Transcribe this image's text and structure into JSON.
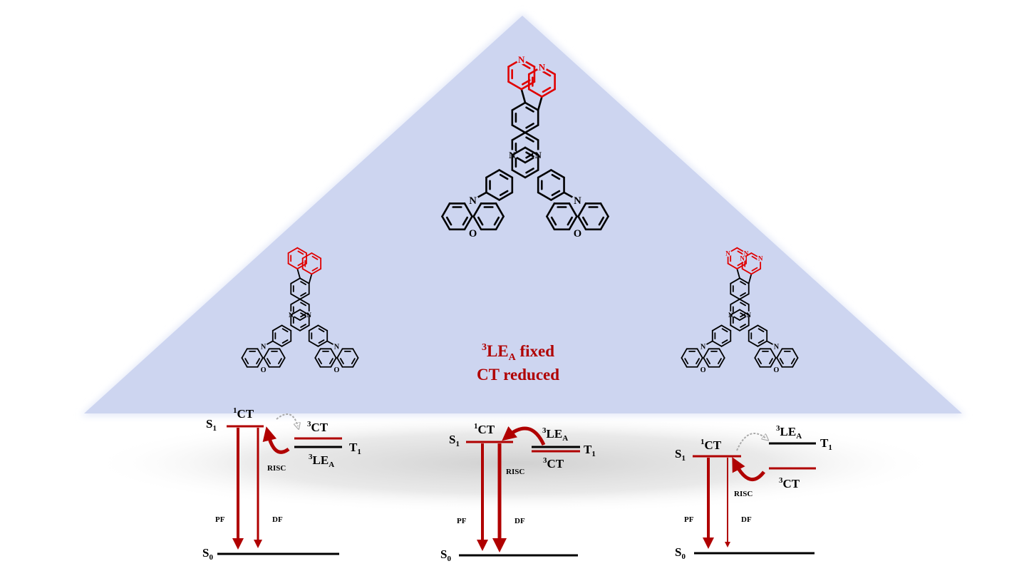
{
  "center_caption": {
    "line1_sup": "3",
    "line1_main": "LE",
    "line1_sub": "A",
    "line1_rest": " fixed",
    "line2": "CT reduced"
  },
  "atoms": {
    "nitrogen": "N",
    "oxygen": "O"
  },
  "panels": [
    {
      "s1_letter": "S",
      "s1_sub": "1",
      "singlet_ct_sup": "1",
      "singlet_ct": "CT",
      "triplet_ct_sup": "3",
      "triplet_ct": "CT",
      "triplet_le_sup": "3",
      "triplet_le": "LE",
      "triplet_le_sub": "A",
      "t1_letter": "T",
      "t1_sub": "1",
      "risc": "RISC",
      "pf": "PF",
      "df": "DF",
      "s0_letter": "S",
      "s0_sub": "0"
    },
    {
      "s1_letter": "S",
      "s1_sub": "1",
      "singlet_ct_sup": "1",
      "singlet_ct": "CT",
      "triplet_le_sup": "3",
      "triplet_le": "LE",
      "triplet_le_sub": "A",
      "triplet_ct_sup": "3",
      "triplet_ct": "CT",
      "t1_letter": "T",
      "t1_sub": "1",
      "risc": "RISC",
      "pf": "PF",
      "df": "DF",
      "s0_letter": "S",
      "s0_sub": "0"
    },
    {
      "s1_letter": "S",
      "s1_sub": "1",
      "singlet_ct_sup": "1",
      "singlet_ct": "CT",
      "triplet_le_sup": "3",
      "triplet_le": "LE",
      "triplet_le_sub": "A",
      "triplet_ct_sup": "3",
      "triplet_ct": "CT",
      "t1_letter": "T",
      "t1_sub": "1",
      "risc": "RISC",
      "pf": "PF",
      "df": "DF",
      "s0_letter": "S",
      "s0_sub": "0"
    }
  ],
  "colors": {
    "triangle": "#cdd5f0",
    "arrow_red": "#b00000",
    "substituent_red": "#e00000",
    "shadow": "#d6d6d6"
  }
}
